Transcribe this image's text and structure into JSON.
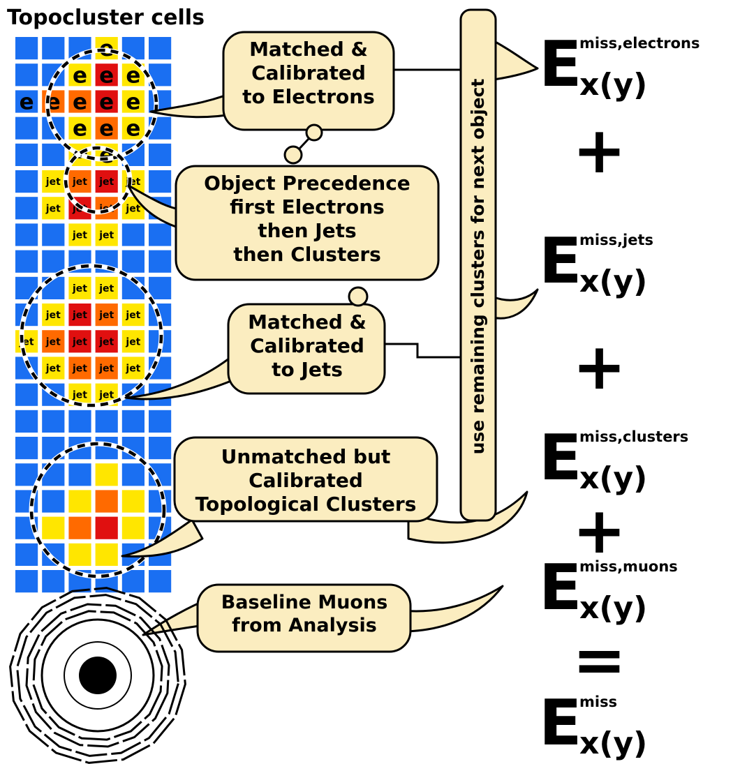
{
  "title": "Topocluster cells",
  "bubbles": {
    "electrons": [
      "Matched &",
      "Calibrated",
      "to Electrons"
    ],
    "precedence": [
      "Object Precedence",
      "first Electrons",
      "then Jets",
      "then Clusters"
    ],
    "jets": [
      "Matched &",
      "Calibrated",
      "to Jets"
    ],
    "clusters": [
      "Unmatched but",
      "Calibrated",
      "Topological Clusters"
    ],
    "muons": [
      "Baseline Muons",
      "from Analysis"
    ]
  },
  "vertical_label": "use remaining clusters for next object",
  "cell_labels": {
    "electron": "e",
    "jet": "jet"
  },
  "terms": [
    {
      "base": "E",
      "sup": "miss,electrons",
      "sub": "x(y)"
    },
    {
      "base": "E",
      "sup": "miss,jets",
      "sub": "x(y)"
    },
    {
      "base": "E",
      "sup": "miss,clusters",
      "sub": "x(y)"
    },
    {
      "base": "E",
      "sup": "miss,muons",
      "sub": "x(y)"
    },
    {
      "base": "E",
      "sup": "miss",
      "sub": "x(y)"
    }
  ],
  "operators": {
    "plus": "+",
    "equals": "="
  },
  "colors": {
    "cell_blue": "#1a6ff2",
    "cell_yellow": "#ffe600",
    "cell_orange": "#ff6a00",
    "cell_red": "#e01010",
    "bubble_fill": "#fbedc0",
    "outline": "#000000"
  },
  "icons": {
    "detector": "muon-detector-icon"
  }
}
